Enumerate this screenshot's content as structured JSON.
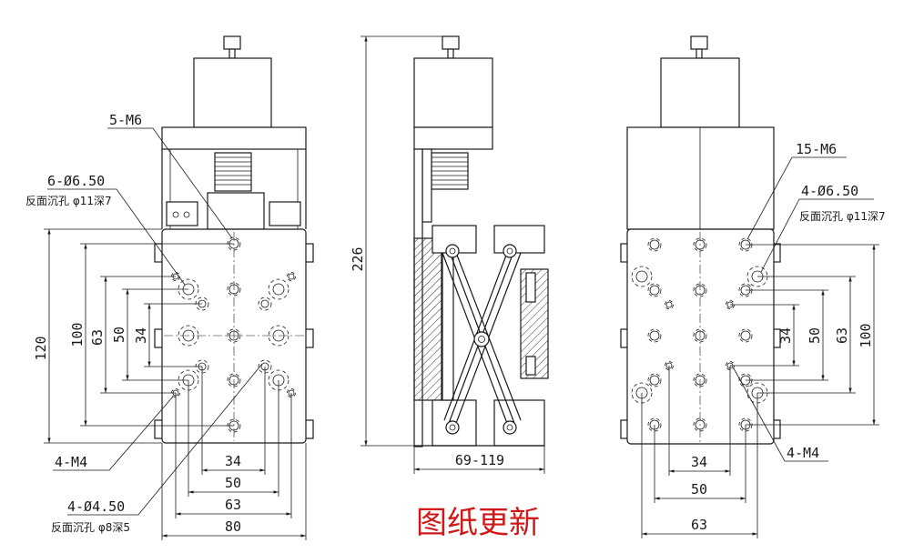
{
  "front_view": {
    "callouts": {
      "m6": "5-M6",
      "hole_big": "6-Ø6.50",
      "hole_big_note": "反面沉孔 φ11深7",
      "m4": "4-M4",
      "hole_small": "4-Ø4.50",
      "hole_small_note": "反面沉孔 φ8深5"
    },
    "dims": {
      "h120": "120",
      "h100": "100",
      "h63": "63",
      "h50": "50",
      "h34": "34",
      "w34": "34",
      "w50": "50",
      "w63": "63",
      "w80": "80"
    }
  },
  "side_view": {
    "dims": {
      "height": "226",
      "width": "69-119"
    }
  },
  "rear_view": {
    "callouts": {
      "m6": "15-M6",
      "hole_big": "4-Ø6.50",
      "hole_big_note": "反面沉孔 φ11深7",
      "m4": "4-M4"
    },
    "dims": {
      "h34": "34",
      "h50": "50",
      "h63": "63",
      "h100": "100",
      "w34": "34",
      "w50": "50",
      "w63": "63"
    }
  },
  "update_note": "图纸更新"
}
